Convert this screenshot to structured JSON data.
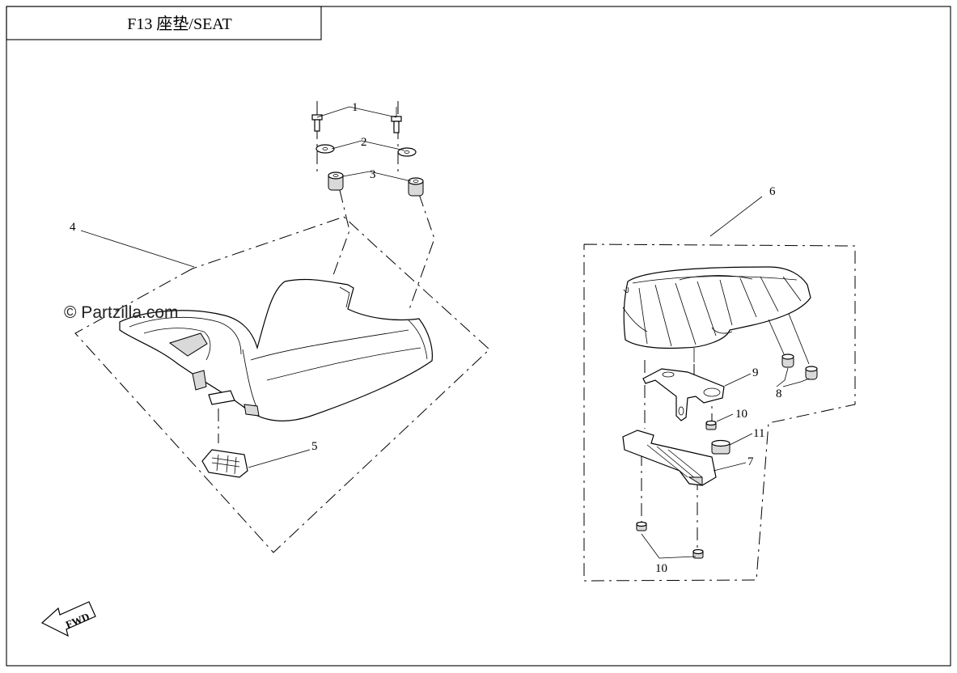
{
  "title": "F13 座垫/SEAT",
  "watermark": "© Partzilla.com",
  "fwd_label": "FWD",
  "callouts": {
    "c1": "1",
    "c2": "2",
    "c3": "3",
    "c4": "4",
    "c5": "5",
    "c6": "6",
    "c7": "7",
    "c8": "8",
    "c9": "9",
    "c10a": "10",
    "c10b": "10",
    "c11": "11"
  }
}
